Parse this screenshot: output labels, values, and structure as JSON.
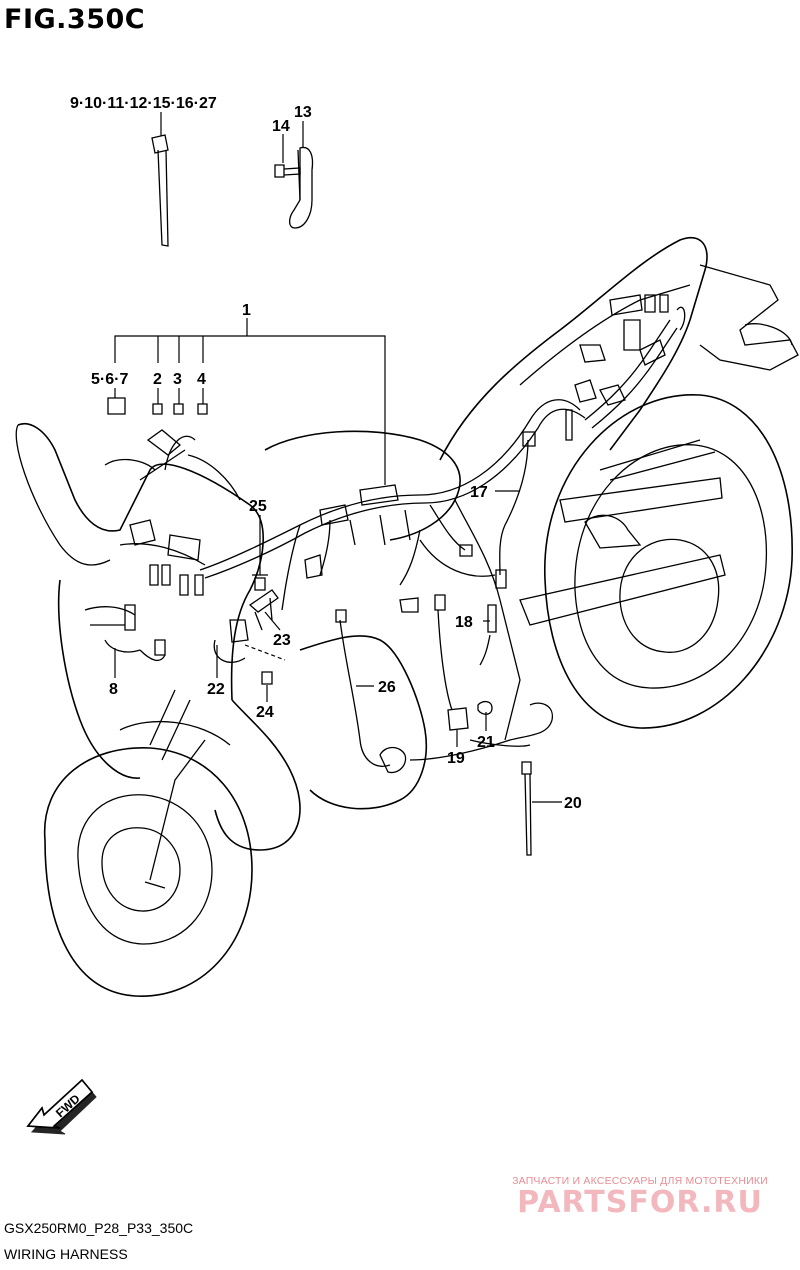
{
  "figure": {
    "title": "FIG.350C",
    "code": "GSX250RM0_P28_P33_350C",
    "name": "WIRING HARNESS"
  },
  "direction_marker": "FWD",
  "watermark": {
    "line1": "ЗАПЧАСТИ И АКСЕССУАРЫ ДЛЯ МОТОТЕХНИКИ",
    "logo": "PARTSFOR.RU"
  },
  "callouts": {
    "c_9_27": "9·10·11·12·15·16·27",
    "c_13": "13",
    "c_14": "14",
    "c_1": "1",
    "c_5_7": "5·6·7",
    "c_2": "2",
    "c_3": "3",
    "c_4": "4",
    "c_25": "25",
    "c_17": "17",
    "c_18": "18",
    "c_23": "23",
    "c_8": "8",
    "c_22": "22",
    "c_24": "24",
    "c_26": "26",
    "c_21": "21",
    "c_19": "19",
    "c_20": "20"
  },
  "colors": {
    "line": "#000000",
    "watermark_text": "#e88d94",
    "watermark_logo": "#f2b8bd"
  }
}
